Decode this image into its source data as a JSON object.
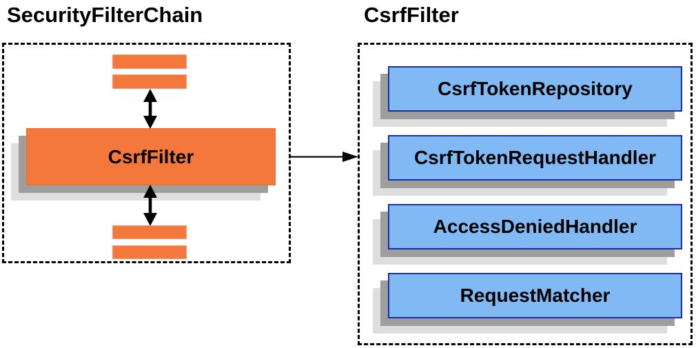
{
  "left_panel": {
    "title": "SecurityFilterChain",
    "filter_box_label": "CsrfFilter"
  },
  "right_panel": {
    "title": "CsrfFilter",
    "components": [
      {
        "label": "CsrfTokenRepository"
      },
      {
        "label": "CsrfTokenRequestHandler"
      },
      {
        "label": "AccessDeniedHandler"
      },
      {
        "label": "RequestMatcher"
      }
    ]
  },
  "icons": {
    "vertical_double_arrow": "double-arrow-icon",
    "flow_arrow": "right-arrow-icon"
  },
  "colors": {
    "orange": "#f4783c",
    "orange_border": "#e66c2c",
    "bar_border": "#f59f70",
    "blue_fill": "#80b9f4",
    "blue_border": "#1b2da3",
    "shadow_dark": "#9e9e9e",
    "shadow_light": "#dedede",
    "arrow_black": "#000000"
  }
}
